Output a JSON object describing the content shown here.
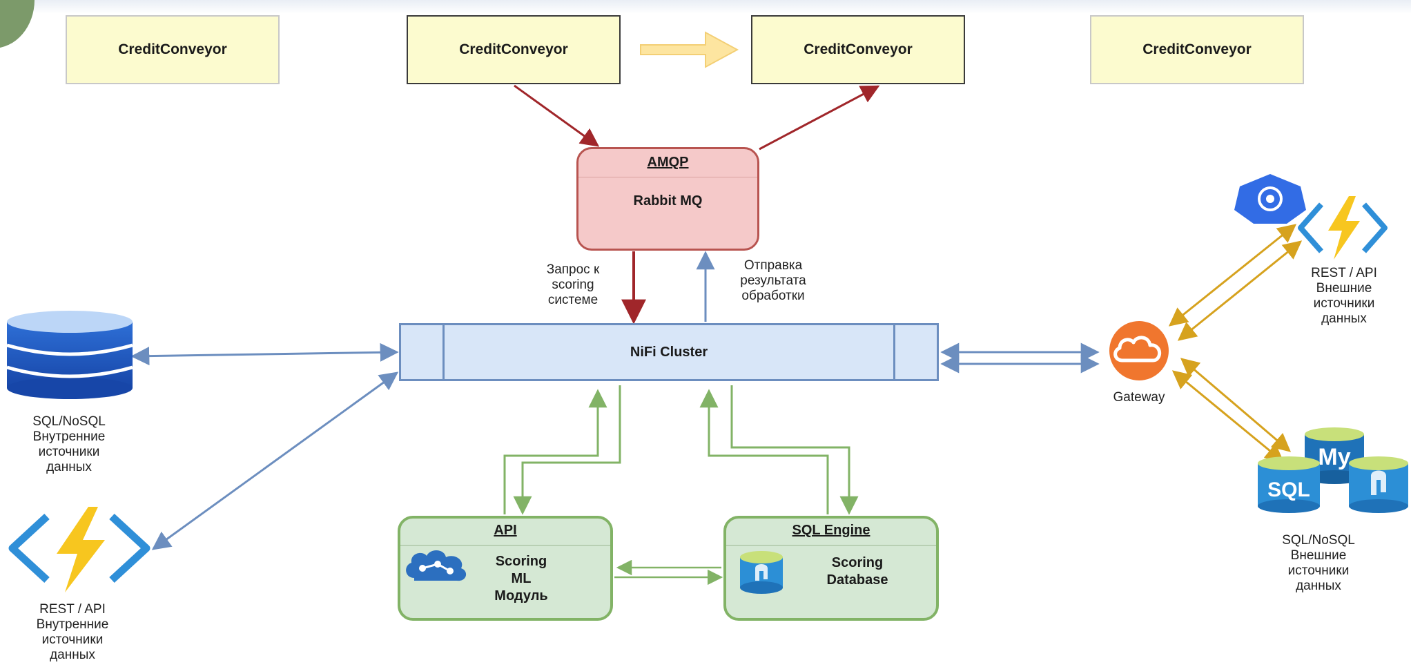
{
  "top_row": {
    "box1": "CreditConveyor",
    "box2": "CreditConveyor",
    "box3": "CreditConveyor",
    "box4": "CreditConveyor"
  },
  "broker": {
    "protocol": "AMQP",
    "name": "Rabbit MQ"
  },
  "nifi": {
    "title": "NiFi Cluster"
  },
  "flows": {
    "request": [
      "Запрос к",
      "scoring",
      "системе"
    ],
    "result": [
      "Отправка",
      "результата",
      "обработки"
    ]
  },
  "left_sources": {
    "db_label": [
      "SQL/NoSQL",
      "Внутренние",
      "источники",
      "данных"
    ],
    "api_label": [
      "REST / API",
      "Внутренние",
      "источники",
      "данных"
    ]
  },
  "api_module": {
    "header": "API",
    "text": [
      "Scoring",
      "ML",
      "Модуль"
    ]
  },
  "sql_engine": {
    "header": "SQL Engine",
    "text": [
      "Scoring",
      "Database"
    ]
  },
  "gateway": {
    "label": "Gateway"
  },
  "right_sources": {
    "api_label": [
      "REST / API",
      "Внешние",
      "источники",
      "данных"
    ],
    "db_label": [
      "SQL/NoSQL",
      "Внешние",
      "источники",
      "данных"
    ],
    "sql_badge": "SQL",
    "mysql_badge": "My"
  },
  "colors": {
    "conveyor_fill": "#fcfbcf",
    "rabbit_fill": "#f5c9c9",
    "rabbit_stroke": "#b85450",
    "nifi_fill": "#d8e6f8",
    "nifi_stroke": "#6c8ebf",
    "module_fill": "#d5e8d4",
    "module_stroke": "#82b366",
    "red_arrow": "#a0262a",
    "blue_arrow": "#6c8ebf",
    "green_arrow": "#82b366",
    "gold_arrow": "#d6a21e",
    "gateway_orange": "#f0762e",
    "lightning_yellow": "#f7c61f",
    "bracket_blue": "#2f8fd8"
  }
}
